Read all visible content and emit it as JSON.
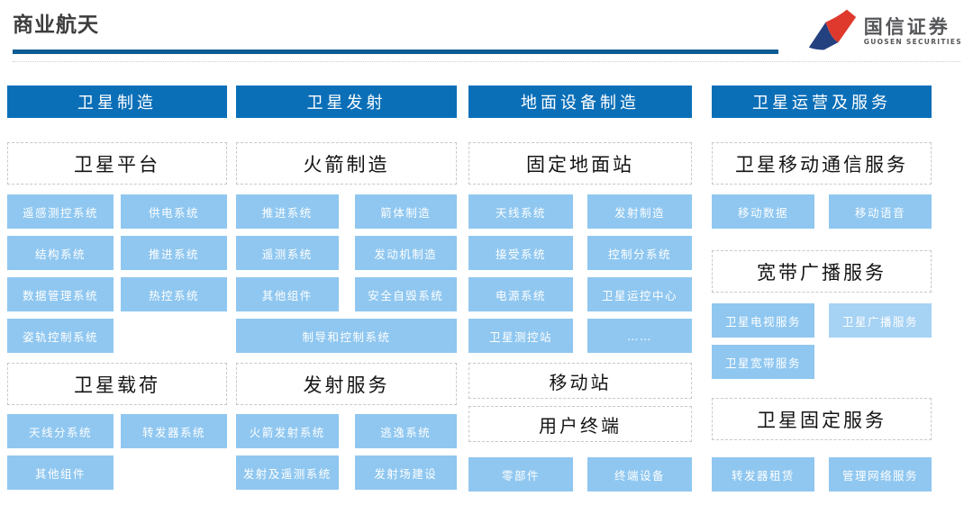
{
  "page": {
    "title": "商业航天"
  },
  "logo": {
    "name": "国信证券",
    "subtitle": "GUOSEN SECURITIES"
  },
  "colors": {
    "header_blue": "#0b6fb8",
    "item_blue": "#8fc7f0",
    "item_blue_light": "#a6d2f4",
    "divider_blue": "#0e5c94",
    "logo_red": "#df392e",
    "logo_navy": "#24417f",
    "logo_text": "#55565a"
  },
  "columns": [
    {
      "header": "卫星制造",
      "sections": [
        {
          "title": "卫星平台",
          "items": [
            "遥感测控系统",
            "供电系统",
            "结构系统",
            "推进系统",
            "数据管理系统",
            "热控系统",
            "姿轨控制系统"
          ]
        },
        {
          "title": "卫星载荷",
          "items": [
            "天线分系统",
            "转发器系统",
            "其他组件"
          ]
        }
      ]
    },
    {
      "header": "卫星发射",
      "sections": [
        {
          "title": "火箭制造",
          "items": [
            "推进系统",
            "箭体制造",
            "遥测系统",
            "发动机制造",
            "其他组件",
            "安全自毁系统",
            "制导和控制系统"
          ]
        },
        {
          "title": "发射服务",
          "items": [
            "火箭发射系统",
            "逃逸系统",
            "发射及遥测系统",
            "发射场建设"
          ]
        }
      ]
    },
    {
      "header": "地面设备制造",
      "sections": [
        {
          "title": "固定地面站",
          "items": [
            "天线系统",
            "发射制造",
            "接受系统",
            "控制分系统",
            "电源系统",
            "卫星运控中心",
            "卫星测控站",
            "……"
          ]
        },
        {
          "title": "移动站",
          "items": []
        },
        {
          "title": "用户终端",
          "items": [
            "零部件",
            "终端设备"
          ]
        }
      ]
    },
    {
      "header": "卫星运营及服务",
      "sections": [
        {
          "title": "卫星移动通信服务",
          "items": [
            "移动数据",
            "移动语音"
          ]
        },
        {
          "title": "宽带广播服务",
          "items": [
            "卫星电视服务",
            "卫星广播服务",
            "卫星宽带服务"
          ]
        },
        {
          "title": "卫星固定服务",
          "items": [
            "转发器租赁",
            "管理网络服务"
          ]
        }
      ]
    }
  ]
}
